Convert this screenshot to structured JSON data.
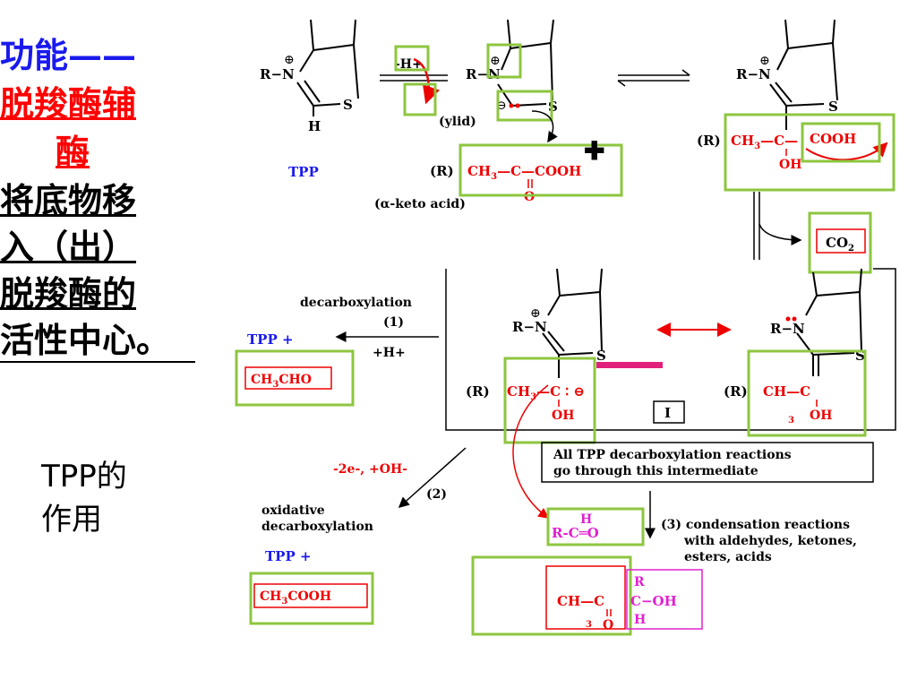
{
  "left_panel": {
    "title_line1": "功能——",
    "title_line2": "脱羧酶辅",
    "title_line3": "酶",
    "desc_line1": "将底物移",
    "desc_line2": "入（出）",
    "desc_line3": "脱羧酶的",
    "desc_line4": "活性中心。",
    "role_label": "TPP的\n作用"
  },
  "diagram": {
    "tpp_left_label": "TPP",
    "minus_h": "-H+",
    "ylid": "(ylid)",
    "keto_acid": "(α-keto acid)",
    "co2": "CO2",
    "decarboxylation": "decarboxylation",
    "step1": "(1)",
    "plus_h": "+H+",
    "tpp_plus_1": "TPP +",
    "acetaldehyde": "CH3CHO",
    "intermediate_label": "I",
    "all_tpp_note_line1": "All TPP decarboxylation reactions",
    "all_tpp_note_line2": "go through this intermediate",
    "oxid_charge": "-2e-, +OH-",
    "step2": "(2)",
    "oxidative": "oxidative",
    "oxid_decarboxylation": "decarboxylation",
    "tpp_plus_2": "TPP +",
    "acetic_acid": "CH3COOH",
    "step3_line1": "(3)  condensation reactions",
    "step3_line2": "with aldehydes, ketones,",
    "step3_line3": "esters, acids",
    "aldehyde_top": "H",
    "aldehyde_main": "R-C═O",
    "r_label": "(R)",
    "oh": "OH",
    "cooh": "COOH",
    "h": "H",
    "s": "S",
    "r": "R"
  }
}
